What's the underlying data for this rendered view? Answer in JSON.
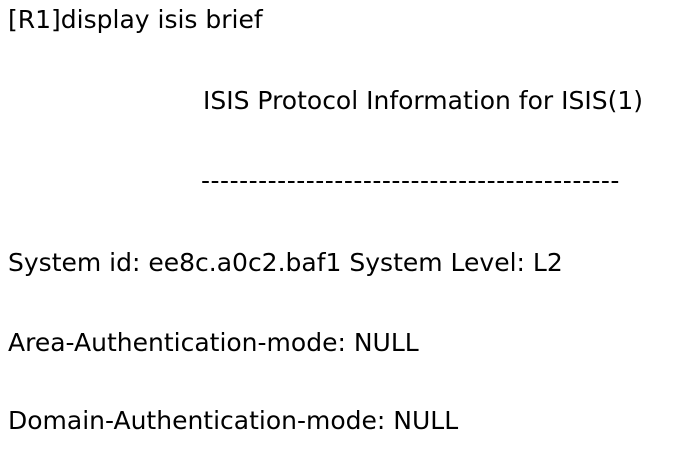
{
  "terminal": {
    "command_line": "[R1]display isis brief",
    "section_title": "ISIS Protocol Information for ISIS(1)",
    "separator": "--------------------------------------------",
    "system_info": "System id: ee8c.a0c2.baf1 System Level: L2",
    "area_auth": "Area-Authentication-mode: NULL",
    "domain_auth": "Domain-Authentication-mode: NULL"
  }
}
